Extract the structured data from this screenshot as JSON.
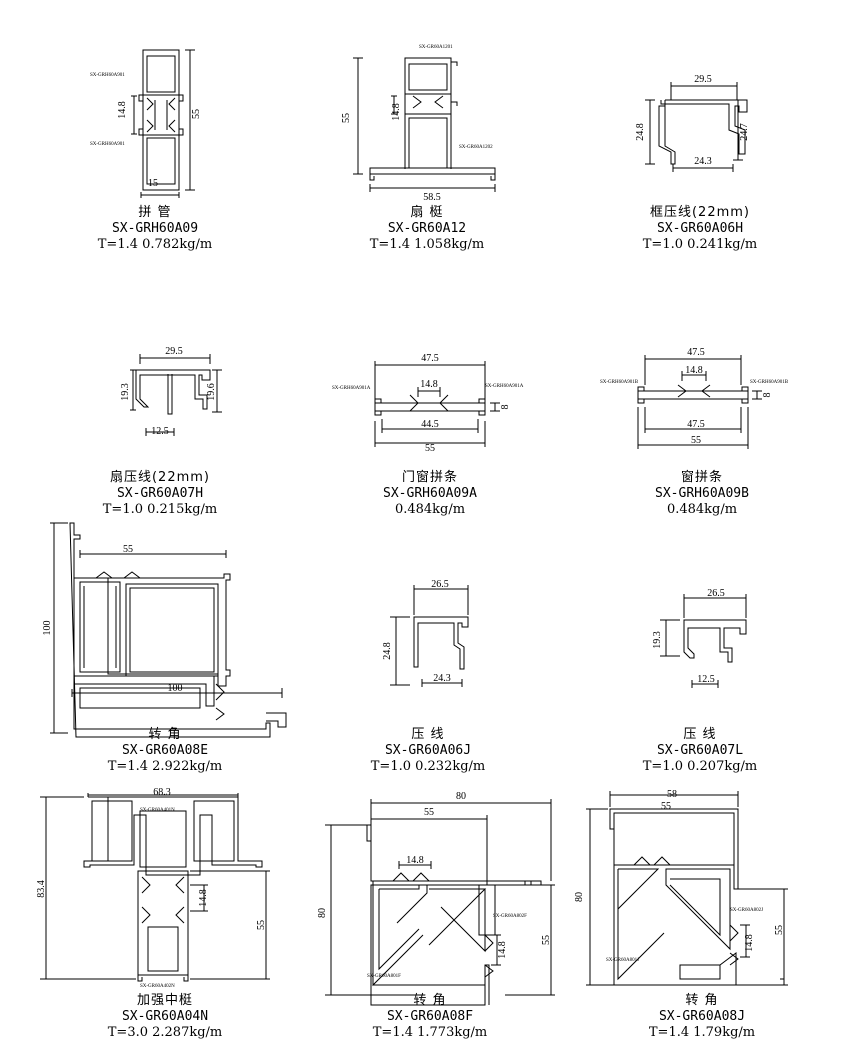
{
  "profiles": [
    {
      "id": "p1",
      "name": "拼 管",
      "model": "SX-GRH60A09",
      "spec": "T=1.4 0.782kg/m",
      "dims": [
        "15",
        "55",
        "14.8"
      ],
      "parts": [
        "SX-GRH60A901",
        "SX-GRH60A901"
      ]
    },
    {
      "id": "p2",
      "name": "扇 梃",
      "model": "SX-GR60A12",
      "spec": "T=1.4 1.058kg/m",
      "dims": [
        "58.5",
        "55",
        "14.8"
      ],
      "parts": [
        "SX-GR60A1201",
        "SX-GR60A1202"
      ]
    },
    {
      "id": "p3",
      "name": "框压线(22mm)",
      "model": "SX-GR60A06H",
      "spec": "T=1.0 0.241kg/m",
      "dims": [
        "29.5",
        "24.8",
        "24.7",
        "24.3"
      ],
      "parts": []
    },
    {
      "id": "p4",
      "name": "扇压线(22mm)",
      "model": "SX-GR60A07H",
      "spec": "T=1.0 0.215kg/m",
      "dims": [
        "29.5",
        "19.3",
        "19.6",
        "12.5"
      ],
      "parts": []
    },
    {
      "id": "p5",
      "name": "门窗拼条",
      "model": "SX-GRH60A09A",
      "spec": "0.484kg/m",
      "dims": [
        "47.5",
        "14.8",
        "8",
        "44.5",
        "55"
      ],
      "parts": [
        "SX-GRH60A901A",
        "SX-GRH60A901A"
      ]
    },
    {
      "id": "p6",
      "name": "窗拼条",
      "model": "SX-GRH60A09B",
      "spec": "0.484kg/m",
      "dims": [
        "47.5",
        "14.8",
        "8",
        "47.5",
        "55"
      ],
      "parts": [
        "SX-GRH60A901B",
        "SX-GRH60A901B"
      ]
    },
    {
      "id": "p7",
      "name": "转 角",
      "model": "SX-GR60A08E",
      "spec": "T=1.4 2.922kg/m",
      "dims": [
        "55",
        "100",
        "100"
      ],
      "parts": []
    },
    {
      "id": "p8",
      "name": "压 线",
      "model": "SX-GR60A06J",
      "spec": "T=1.0 0.232kg/m",
      "dims": [
        "26.5",
        "24.8",
        "24.3"
      ],
      "parts": []
    },
    {
      "id": "p9",
      "name": "压 线",
      "model": "SX-GR60A07L",
      "spec": "T=1.0 0.207kg/m",
      "dims": [
        "26.5",
        "19.3",
        "12.5"
      ],
      "parts": []
    },
    {
      "id": "p10",
      "name": "加强中梃",
      "model": "SX-GR60A04N",
      "spec": "T=3.0 2.287kg/m",
      "dims": [
        "68.3",
        "83.4",
        "14.8",
        "55"
      ],
      "parts": [
        "SX-GR60A401N",
        "SX-GR60A402N"
      ]
    },
    {
      "id": "p11",
      "name": "转 角",
      "model": "SX-GR60A08F",
      "spec": "T=1.4 1.773kg/m",
      "dims": [
        "80",
        "55",
        "14.8",
        "80",
        "55",
        "14.8"
      ],
      "parts": [
        "SX-GR60A802F",
        "SX-GR60A801F"
      ]
    },
    {
      "id": "p12",
      "name": "转 角",
      "model": "SX-GR60A08J",
      "spec": "T=1.4 1.79kg/m",
      "dims": [
        "58",
        "55",
        "80",
        "55",
        "14.8"
      ],
      "parts": [
        "SX-GR60A802J",
        "SX-GR60A801J"
      ]
    }
  ]
}
